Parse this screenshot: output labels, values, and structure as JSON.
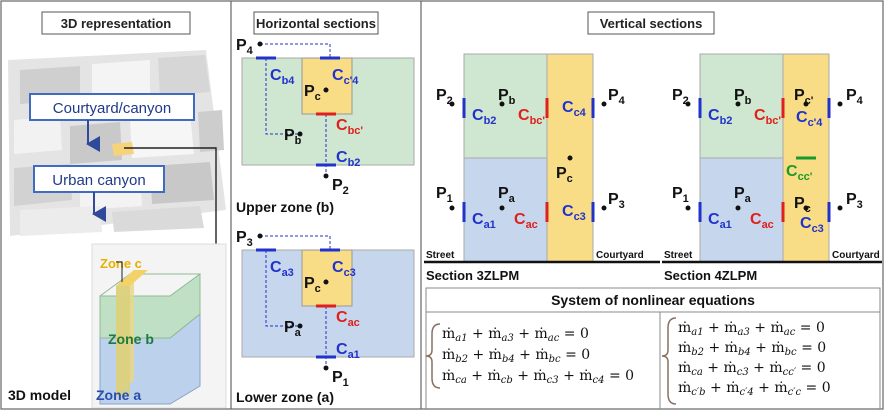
{
  "panels": {
    "representation": {
      "title": "3D representation",
      "label_courtyard": "Courtyard/canyon",
      "label_urban": "Urban canyon",
      "zone_c": "Zone c",
      "zone_b": "Zone b",
      "zone_a": "Zone a",
      "model_label": "3D model"
    },
    "horizontal": {
      "title": "Horizontal sections",
      "upper_caption": "Upper zone (b)",
      "lower_caption": "Lower zone (a)"
    },
    "vertical": {
      "title": "Vertical sections",
      "street": "Street",
      "courtyard": "Courtyard",
      "section_left": "Section 3ZLPM",
      "section_right": "Section 4ZLPM",
      "equations_title": "System of nonlinear equations"
    }
  },
  "points": {
    "P1": {
      "main": "P",
      "sub": "1"
    },
    "P2": {
      "main": "P",
      "sub": "2"
    },
    "P3": {
      "main": "P",
      "sub": "3"
    },
    "P4": {
      "main": "P",
      "sub": "4"
    },
    "Pa": {
      "main": "P",
      "sub": "a"
    },
    "Pb": {
      "main": "P",
      "sub": "b"
    },
    "Pc": {
      "main": "P",
      "sub": "c"
    },
    "Pcp": {
      "main": "P",
      "sub": "c'"
    }
  },
  "coefficients": {
    "Ca1": {
      "main": "C",
      "sub": "a1"
    },
    "Ca3": {
      "main": "C",
      "sub": "a3"
    },
    "Cac": {
      "main": "C",
      "sub": "ac"
    },
    "Cb2": {
      "main": "C",
      "sub": "b2"
    },
    "Cb4": {
      "main": "C",
      "sub": "b4"
    },
    "Cbcp": {
      "main": "C",
      "sub": "bc'"
    },
    "Cc3": {
      "main": "C",
      "sub": "c3"
    },
    "Cc4": {
      "main": "C",
      "sub": "c4"
    },
    "Ccp4": {
      "main": "C",
      "sub": "c'4"
    },
    "Cccp": {
      "main": "C",
      "sub": "cc'"
    }
  },
  "equations": {
    "left": [
      [
        {
          "t": "ṁ"
        },
        {
          "s": "a1"
        },
        {
          "t": " + ṁ"
        },
        {
          "s": "a3"
        },
        {
          "t": " +  ṁ"
        },
        {
          "s": "ac"
        },
        {
          "t": " = 0"
        }
      ],
      [
        {
          "t": "ṁ"
        },
        {
          "s": "b2"
        },
        {
          "t": " + ṁ"
        },
        {
          "s": "b4"
        },
        {
          "t": " +  ṁ"
        },
        {
          "s": "bc"
        },
        {
          "t": " = 0"
        }
      ],
      [
        {
          "t": "ṁ"
        },
        {
          "s": "ca"
        },
        {
          "t": " + ṁ"
        },
        {
          "s": "cb"
        },
        {
          "t": " + ṁ"
        },
        {
          "s": "c3"
        },
        {
          "t": " + ṁ"
        },
        {
          "s": "c4"
        },
        {
          "t": " = 0"
        }
      ]
    ],
    "right": [
      [
        {
          "t": "ṁ"
        },
        {
          "s": "a1"
        },
        {
          "t": " + ṁ"
        },
        {
          "s": "a3"
        },
        {
          "t": " +  ṁ"
        },
        {
          "s": "ac"
        },
        {
          "t": " = 0"
        }
      ],
      [
        {
          "t": "ṁ"
        },
        {
          "s": "b2"
        },
        {
          "t": " + ṁ"
        },
        {
          "s": "b4"
        },
        {
          "t": " +  ṁ"
        },
        {
          "s": "bc"
        },
        {
          "t": " = 0"
        }
      ],
      [
        {
          "t": "ṁ"
        },
        {
          "s": "ca"
        },
        {
          "t": " + ṁ"
        },
        {
          "s": "c3"
        },
        {
          "t": " + ṁ"
        },
        {
          "s": "cc′"
        },
        {
          "t": " = 0"
        }
      ],
      [
        {
          "t": "ṁ"
        },
        {
          "s": "c′b"
        },
        {
          "t": " + ṁ"
        },
        {
          "s": "c′4"
        },
        {
          "t": " + ṁ"
        },
        {
          "s": "c′c"
        },
        {
          "t": " = 0"
        }
      ]
    ]
  },
  "colors": {
    "green_zone": "#cfe6d0",
    "blue_zone": "#c6d6ec",
    "yellow_zone": "#f8dc86",
    "blue_text": "#2233cc",
    "red_text": "#e0201c",
    "green_text": "#1a9a2a",
    "arrow_blue": "#2f4a9a",
    "label_box": "#3f6cc0"
  }
}
